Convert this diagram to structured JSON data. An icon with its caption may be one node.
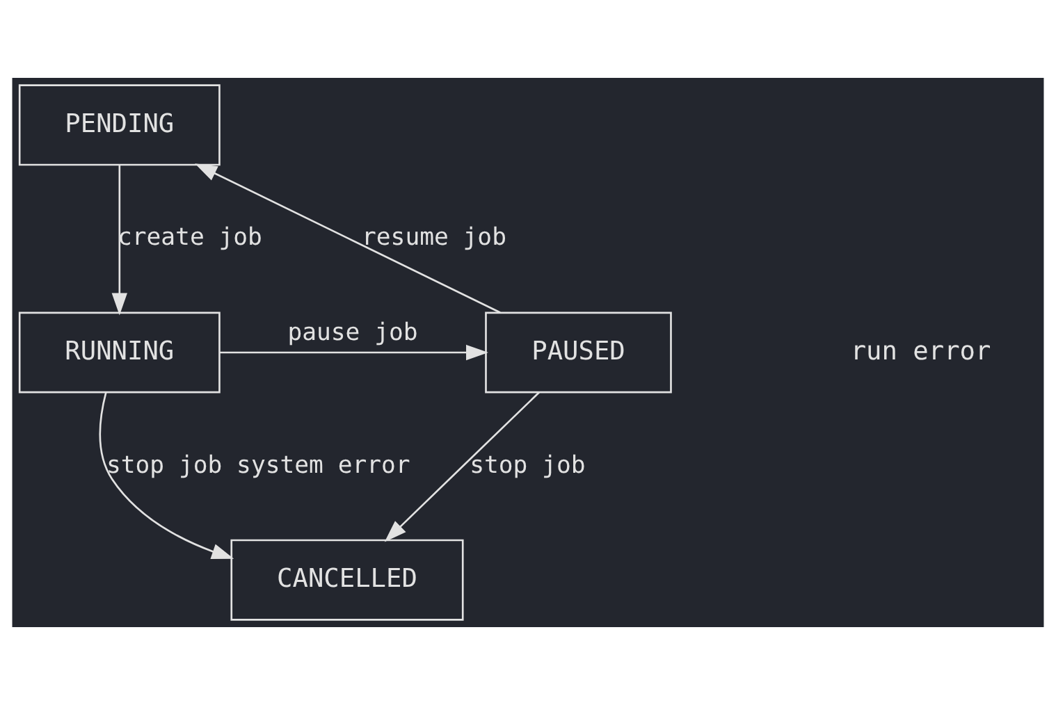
{
  "diagram": {
    "nodes": [
      {
        "text": [
          "PENDING"
        ]
      },
      {
        "text": [
          "RUNNING"
        ]
      },
      {
        "text": [
          "PAUSED"
        ]
      },
      {
        "text": [
          "CANCELLED"
        ]
      }
    ],
    "edges": [
      {
        "from": 0,
        "to": 1,
        "arrow": "to",
        "label": "create job"
      },
      {
        "from": 2,
        "to": 0,
        "arrow": "to",
        "label": "resume job"
      },
      {
        "from": 1,
        "to": 2,
        "arrow": "to",
        "label": "pause job"
      },
      {
        "from": 1,
        "to": 3,
        "arrow": "to",
        "label": "stop job system error"
      },
      {
        "from": 2,
        "to": 3,
        "arrow": "to",
        "label": "stop job"
      }
    ],
    "labels": [
      "run error"
    ]
  }
}
